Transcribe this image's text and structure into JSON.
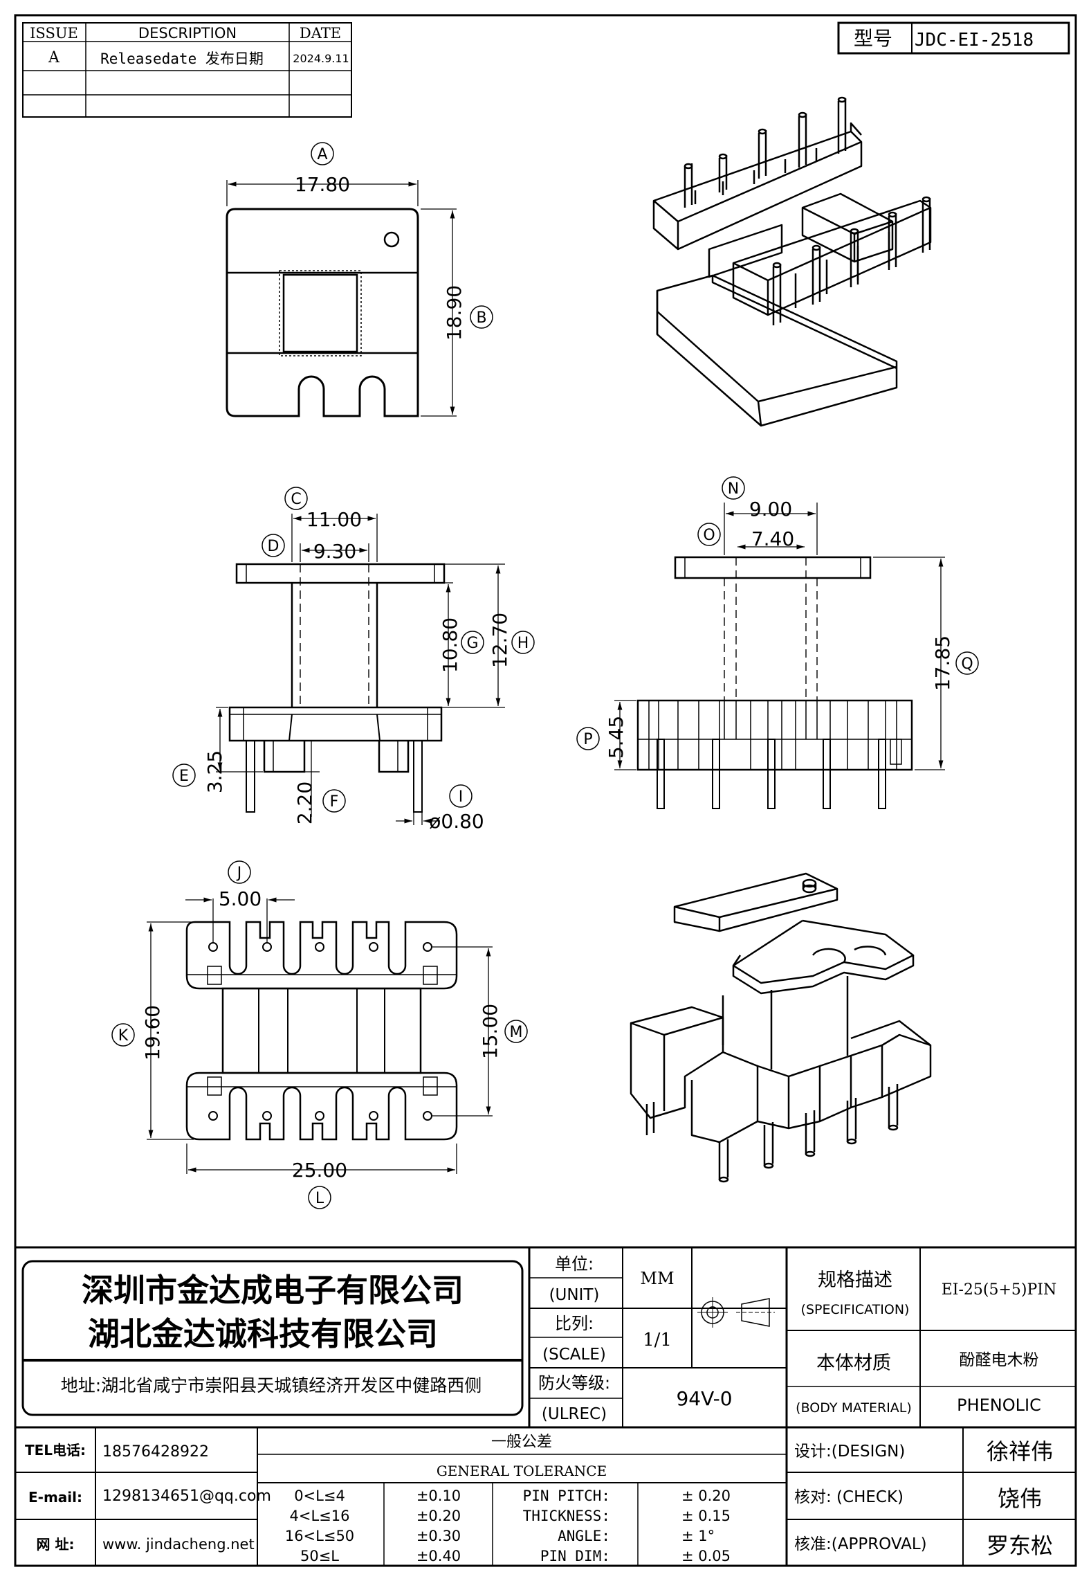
{
  "revision_table": {
    "headers": [
      "ISSUE",
      "DESCRIPTION",
      "DATE"
    ],
    "rows": [
      {
        "issue": "A",
        "description": "Releasedate 发布日期",
        "date": "2024.9.11"
      }
    ]
  },
  "model": {
    "label": "型号",
    "value": "JDC-EI-2518"
  },
  "dimensions": {
    "A": "17.80",
    "B": "18.90",
    "C": "11.00",
    "D": "9.30",
    "E": "3.25",
    "F": "2.20",
    "G": "10.80",
    "H": "12.70",
    "I": "ø0.80",
    "J": "5.00",
    "K": "19.60",
    "L": "25.00",
    "M": "15.00",
    "N": "9.00",
    "O": "7.40",
    "P": "5.45",
    "Q": "17.85"
  },
  "company": {
    "name1": "深圳市金达成电子有限公司",
    "name2": "湖北金达诚科技有限公司",
    "address": "地址:湖北省咸宁市崇阳县天城镇经济开发区中健路西侧"
  },
  "spec": {
    "unit_label": "单位:",
    "unit_label_en": "(UNIT)",
    "unit_value": "MM",
    "scale_label": "比列:",
    "scale_label_en": "(SCALE)",
    "scale_value": "1/1",
    "ul_label": "防火等级:",
    "ul_label_en": "(ULREC)",
    "ul_value": "94V-0",
    "spec_label": "规格描述",
    "spec_label_en": "(SPECIFICATION)",
    "spec_value": "EI-25(5+5)PIN",
    "material_label": "本体材质",
    "material_label_en": "(BODY MATERIAL)",
    "material_value_cn": "酚醛电木粉",
    "material_value_en": "PHENOLIC"
  },
  "contact": {
    "tel_label": "TEL电话:",
    "tel": "18576428922",
    "email_label": "E-mail:",
    "email": "1298134651@qq.com",
    "web_label": "网  址:",
    "web": "www. jindacheng.net"
  },
  "tolerance": {
    "title_cn": "一般公差",
    "title_en": "GENERAL TOLERANCE",
    "rows": [
      {
        "range": "0<L≤4",
        "tol": "±0.10",
        "item": "PIN PITCH:",
        "val": "±  0.20"
      },
      {
        "range": "4<L≤16",
        "tol": "±0.20",
        "item": "THICKNESS:",
        "val": "±  0.15"
      },
      {
        "range": "16<L≤50",
        "tol": "±0.30",
        "item": "ANGLE:",
        "val": "±  1°"
      },
      {
        "range": "50≤L",
        "tol": "±0.40",
        "item": "PIN DIM:",
        "val": "±  0.05"
      }
    ]
  },
  "approval": {
    "design_label": "设计:(DESIGN)",
    "design": "徐祥伟",
    "check_label": "核对: (CHECK)",
    "check": "饶伟",
    "approval_label": "核准:(APPROVAL)",
    "approval": "罗东松"
  }
}
